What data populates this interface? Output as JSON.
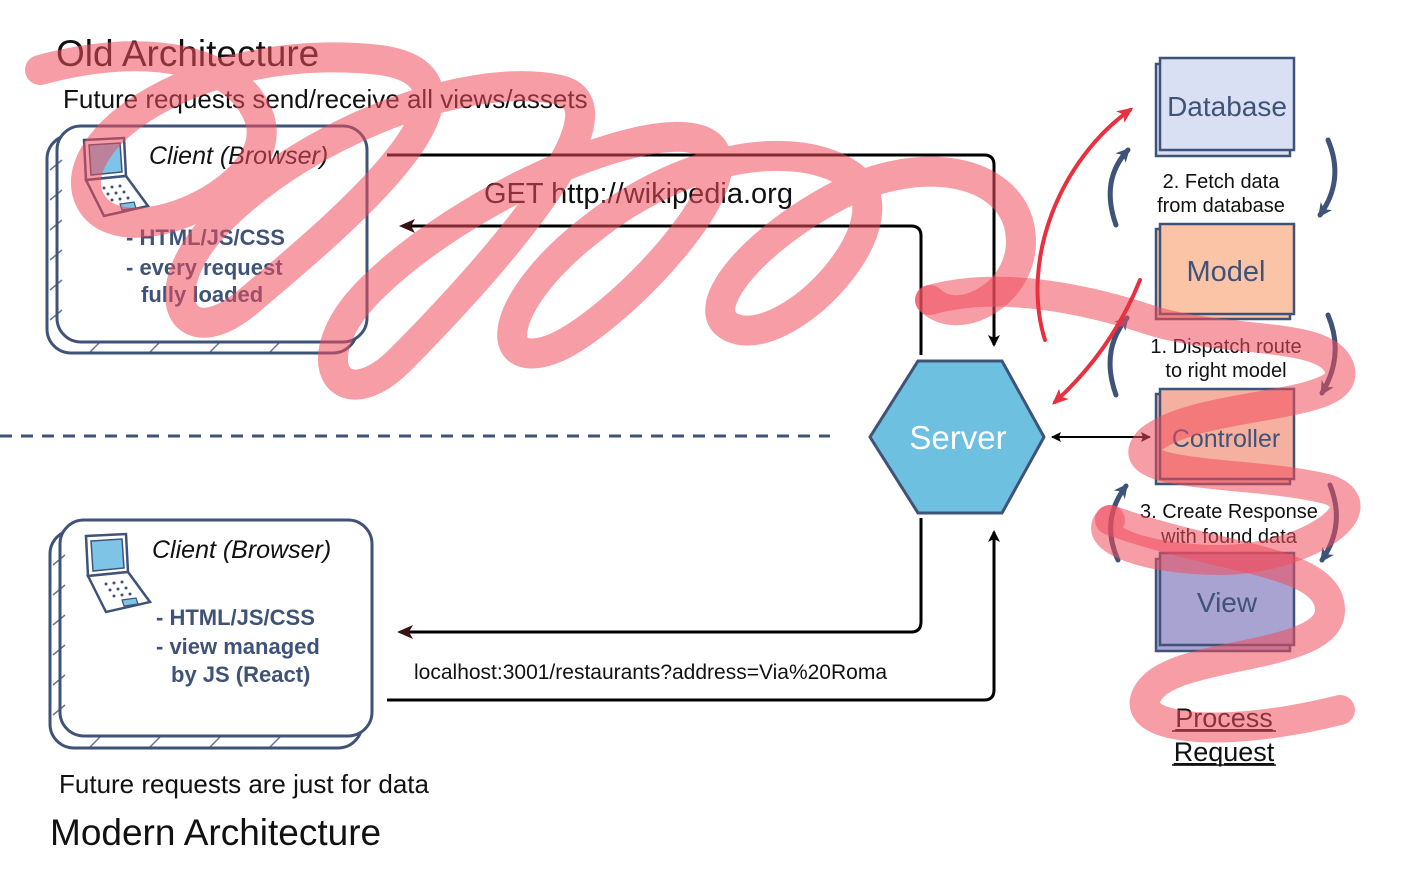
{
  "old": {
    "title": "Old Architecture",
    "subtitle": "Future requests send/receive all views/assets",
    "client_title": "Client (Browser)",
    "client_lines": [
      "- HTML/JS/CSS",
      "- every request",
      "fully loaded"
    ],
    "request_label": "GET http://wikipedia.org"
  },
  "modern": {
    "title": "Modern Architecture",
    "subtitle": "Future requests are just for data",
    "client_title": "Client (Browser)",
    "client_lines": [
      "- HTML/JS/CSS",
      "- view managed",
      "by JS (React)"
    ],
    "request_label": "localhost:3001/restaurants?address=Via%20Roma"
  },
  "server": {
    "label": "Server"
  },
  "mvc": {
    "database": "Database",
    "model": "Model",
    "controller": "Controller",
    "view": "View",
    "step_fetch": [
      "2. Fetch data",
      "from database"
    ],
    "step_dispatch": [
      "1. Dispatch route",
      "to right model"
    ],
    "step_response": [
      "3. Create Response",
      "with found data"
    ],
    "process_label": [
      "Process",
      "Request"
    ]
  },
  "colors": {
    "ink": "#3f5378",
    "server_fill": "#6ec0e0",
    "database_fill": "#dae0f3",
    "model_fill": "#fbc4a7",
    "controller_fill": "#f6b0a0",
    "view_fill": "#a9a3d1",
    "scribble": "#f04c5c"
  }
}
